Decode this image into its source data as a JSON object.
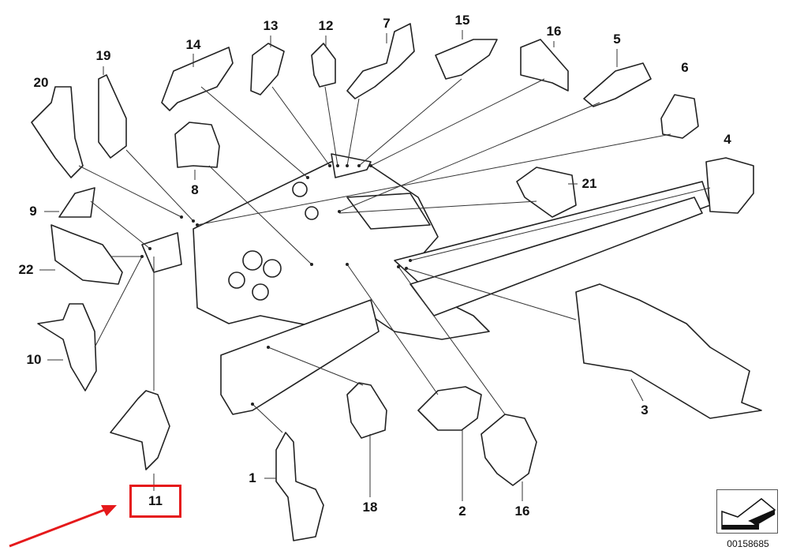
{
  "diagram": {
    "callouts": [
      {
        "id": "14",
        "label": "14"
      },
      {
        "id": "13",
        "label": "13"
      },
      {
        "id": "12",
        "label": "12"
      },
      {
        "id": "7",
        "label": "7"
      },
      {
        "id": "15",
        "label": "15"
      },
      {
        "id": "16a",
        "label": "16"
      },
      {
        "id": "5",
        "label": "5"
      },
      {
        "id": "19",
        "label": "19"
      },
      {
        "id": "20",
        "label": "20"
      },
      {
        "id": "6",
        "label": "6"
      },
      {
        "id": "8",
        "label": "8"
      },
      {
        "id": "4",
        "label": "4"
      },
      {
        "id": "21",
        "label": "21"
      },
      {
        "id": "9",
        "label": "9"
      },
      {
        "id": "22",
        "label": "22"
      },
      {
        "id": "10",
        "label": "10"
      },
      {
        "id": "3",
        "label": "3"
      },
      {
        "id": "1",
        "label": "1"
      },
      {
        "id": "18",
        "label": "18"
      },
      {
        "id": "2",
        "label": "2"
      },
      {
        "id": "16b",
        "label": "16"
      },
      {
        "id": "11",
        "label": "11"
      }
    ],
    "highlighted_callout": "11",
    "highlight_color": "#e5191b",
    "diagram_number": "00158685"
  }
}
